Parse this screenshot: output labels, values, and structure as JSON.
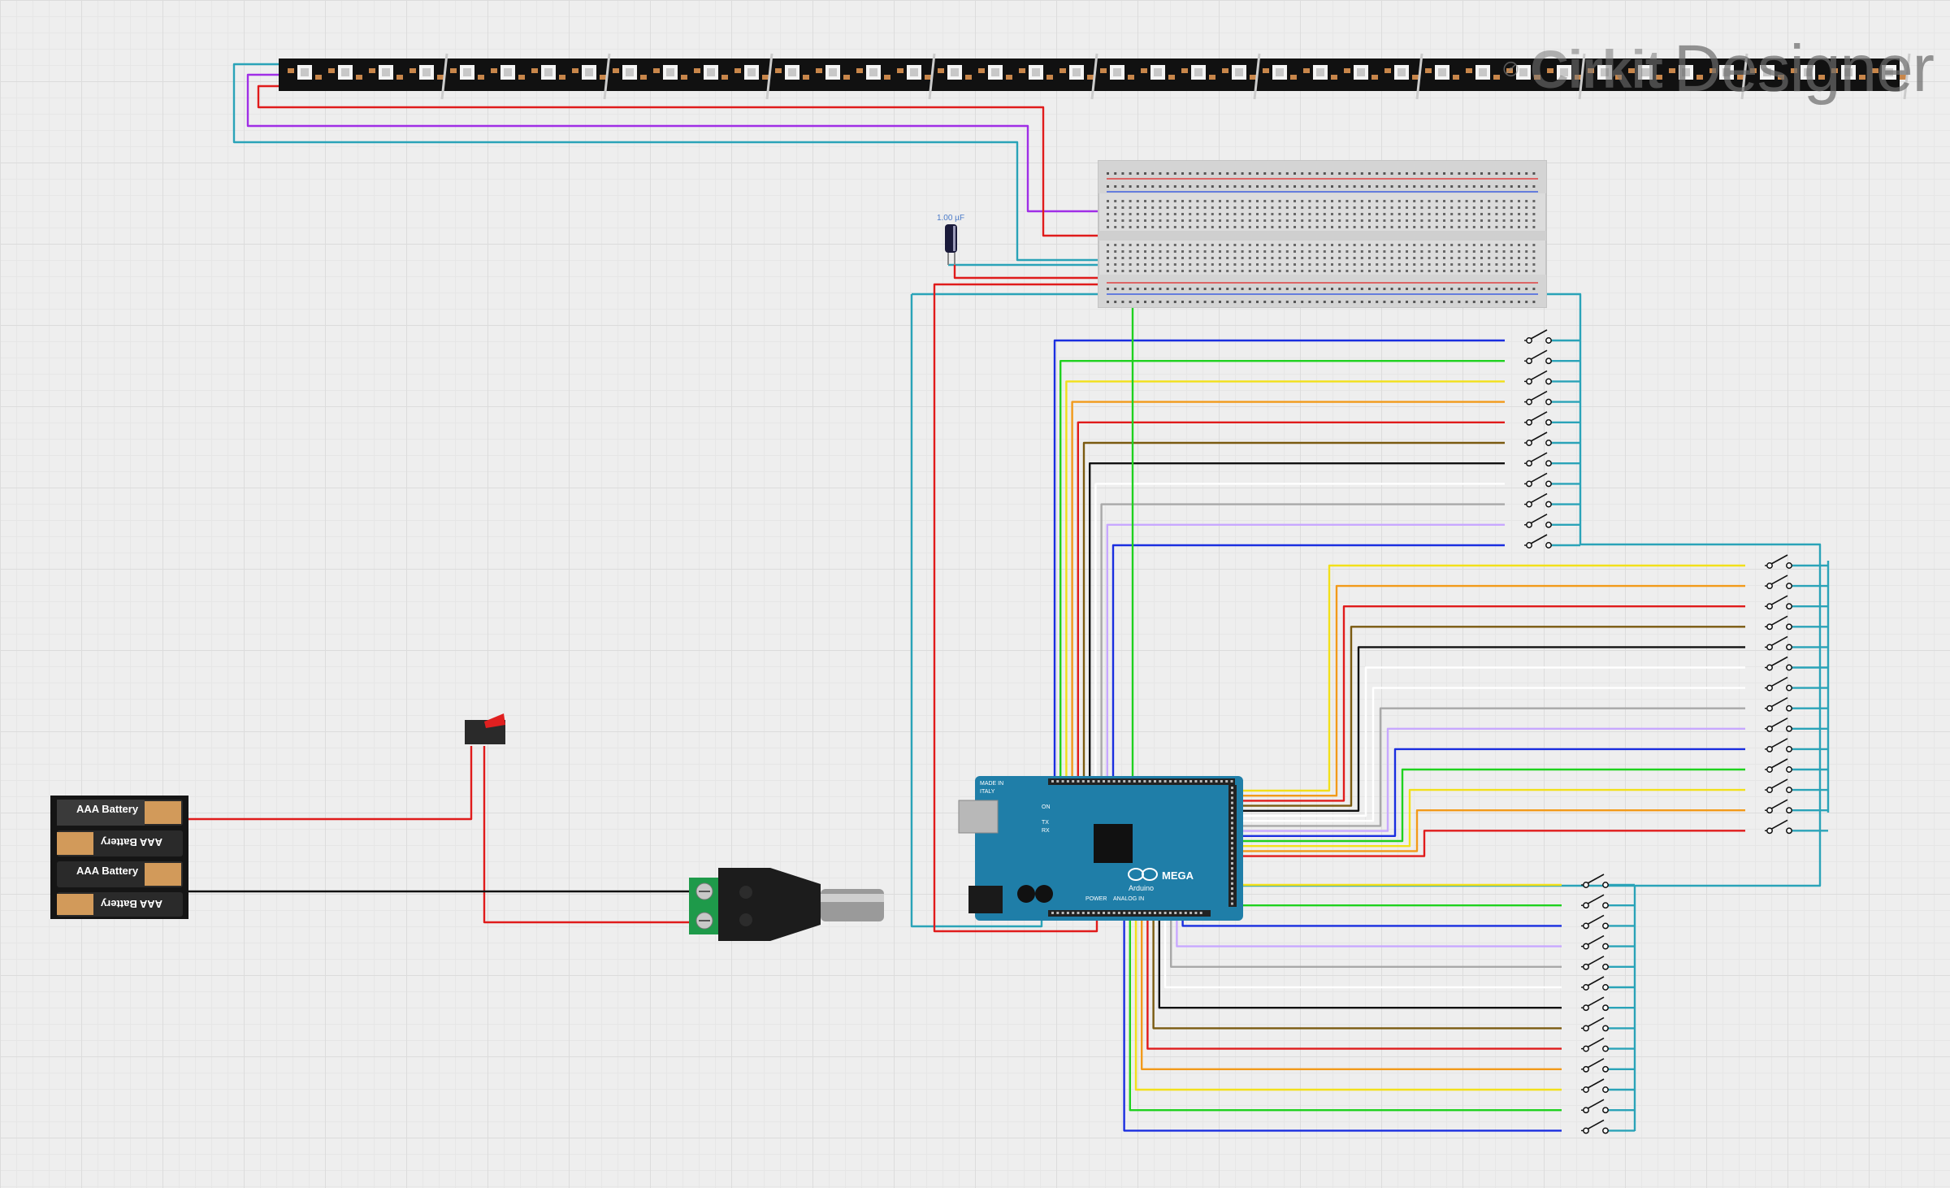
{
  "watermark": {
    "brand": "Cirkit",
    "product": "Designer"
  },
  "components": {
    "capacitor_label": "1.00 µF",
    "battery_label": "AAA Battery",
    "arduino": {
      "made_in": "MADE IN",
      "italy": "ITALY",
      "brand": "Arduino",
      "model": "MEGA",
      "on": "ON",
      "tx": "TX",
      "rx": "RX",
      "power": "POWER",
      "analog_in": "ANALOG IN"
    }
  },
  "colors": {
    "teal": "#2aa3b8",
    "red": "#e01b1b",
    "purple": "#a02ee6",
    "green": "#1fd11f",
    "yellow": "#f2e01a",
    "orange": "#f29a1a",
    "brown": "#7a5a10",
    "black": "#111111",
    "white": "#ffffff",
    "gray": "#a8a8a8",
    "lavender": "#c8a8ff",
    "blue": "#1a2ee0",
    "arduino_blue": "#1f7ea8"
  }
}
